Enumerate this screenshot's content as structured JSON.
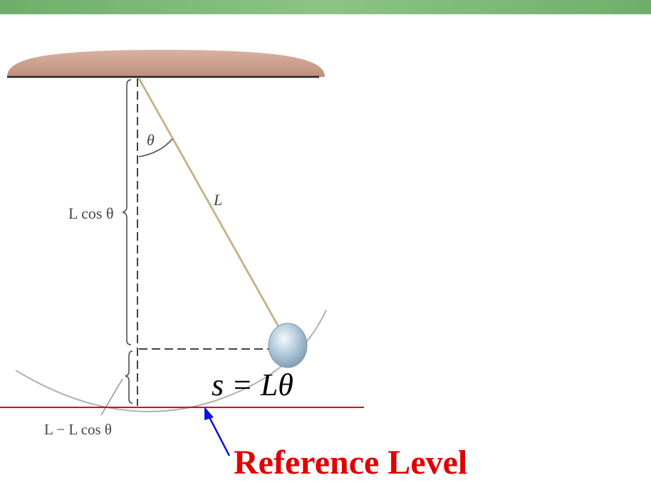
{
  "labels": {
    "theta": "θ",
    "length": "L",
    "height": "L cos θ",
    "drop": "L − L cos θ",
    "arc": "s = Lθ",
    "reference": "Reference Level"
  },
  "colors": {
    "banner": "#7fb87a",
    "ceiling": "#c89a88",
    "string": "#c8b48c",
    "bob": "#a9c4d8",
    "reference_line": "#e00000",
    "arrow": "#1010e0",
    "reference_text": "#e00000"
  }
}
